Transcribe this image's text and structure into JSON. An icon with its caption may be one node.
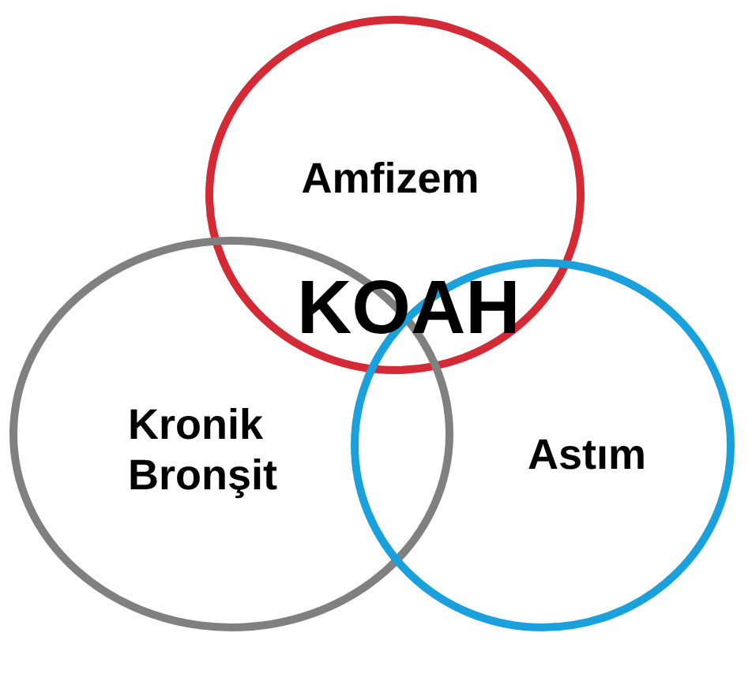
{
  "diagram": {
    "nodes": [
      {
        "text": [
          "Amfizem"
        ]
      },
      {
        "text": [
          "Kronik Bronşit"
        ]
      },
      {
        "text": [
          "Astım"
        ]
      }
    ],
    "labels": [
      "KOAH"
    ]
  }
}
